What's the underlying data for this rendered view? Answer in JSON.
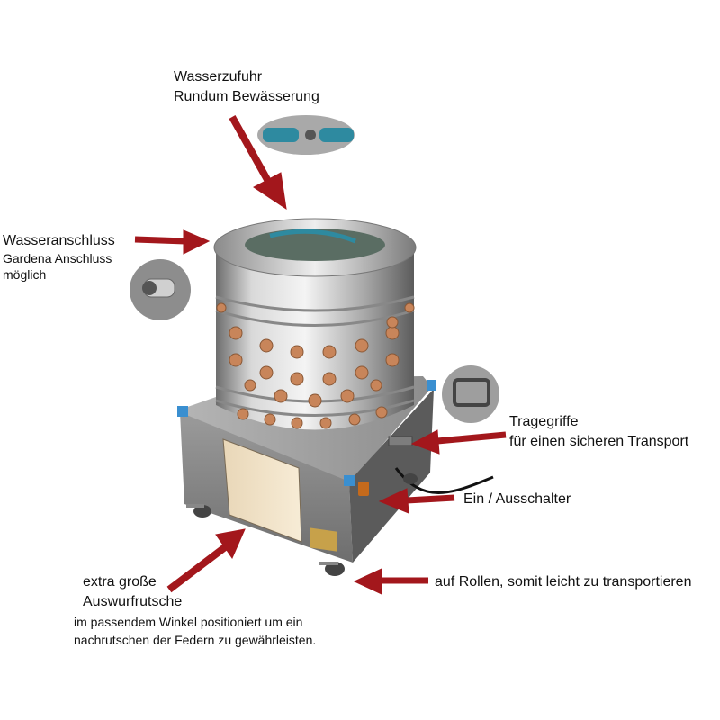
{
  "annotations": {
    "water_supply": {
      "title": "Wasserzufuhr",
      "subtitle": "Rundum Bewässerung"
    },
    "water_connection": {
      "title": "Wasseranschluss",
      "line2": "Gardena Anschluss",
      "line3": "möglich"
    },
    "handles": {
      "title": "Tragegriffe",
      "subtitle": "für einen sicheren Transport"
    },
    "switch": {
      "title": "Ein / Ausschalter"
    },
    "wheels": {
      "title": "auf Rollen, somit leicht zu transportieren"
    },
    "chute": {
      "title": "extra große",
      "title2": "Auswurfrutsche",
      "desc1": "im passendem Winkel positioniert um ein",
      "desc2": "nachrutschen der Federn zu gewährleisten."
    }
  },
  "colors": {
    "arrow": "#a3171c",
    "steel": "#c9c9c9",
    "finger": "#c8855a",
    "accent_blue": "#3a8fd0"
  }
}
